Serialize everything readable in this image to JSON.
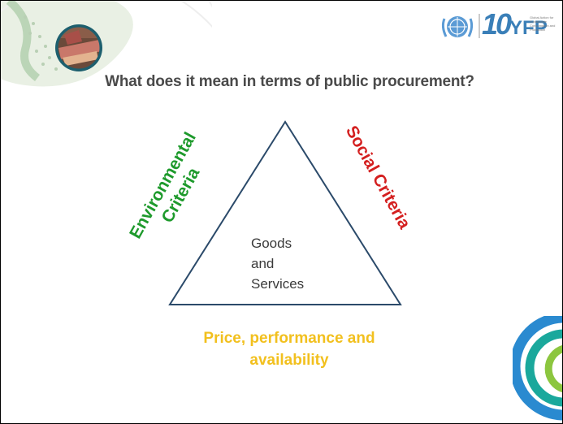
{
  "title": "What does it mean in terms of public procurement?",
  "logo": {
    "yfp_ten": "10",
    "yfp_text": "YFP",
    "yfp_subtitle": "Global Action for Sustainable Consumption and Production"
  },
  "diagram": {
    "center_lines": [
      "Goods",
      "and",
      "Services"
    ],
    "left_side": [
      "Environmental",
      "Criteria"
    ],
    "right_side": "Social Criteria",
    "bottom_lines": [
      "Price, performance and",
      "availability"
    ]
  },
  "colors": {
    "environmental": "#1e9a2c",
    "social": "#d42020",
    "bottom": "#f2c01e",
    "title": "#4a4a4a",
    "logo_blue": "#3a7fb8"
  }
}
